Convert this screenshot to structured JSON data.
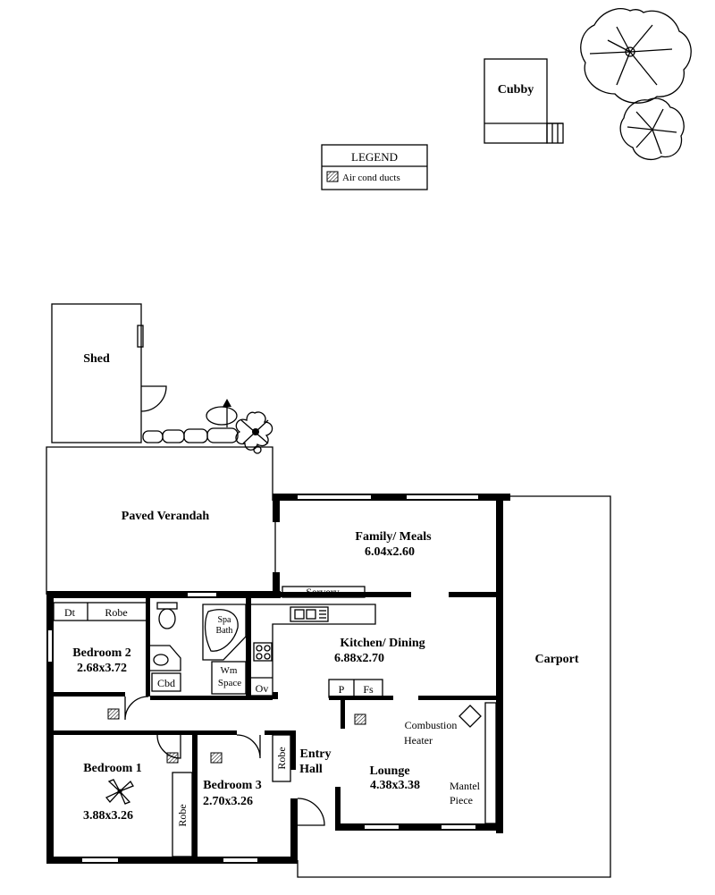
{
  "legend": {
    "title": "LEGEND",
    "item": "Air cond ducts"
  },
  "rooms": {
    "cubby": "Cubby",
    "shed": "Shed",
    "paved_verandah": "Paved Verandah",
    "family_meals": {
      "name": "Family/ Meals",
      "size": "6.04x2.60"
    },
    "servery": "Servery",
    "carport": "Carport",
    "kitchen_dining": {
      "name": "Kitchen/ Dining",
      "size": "6.88x2.70"
    },
    "bedroom2": {
      "name": "Bedroom 2",
      "size": "2.68x3.72"
    },
    "bedroom1": {
      "name": "Bedroom 1",
      "size": "3.88x3.26"
    },
    "bedroom3": {
      "name": "Bedroom 3",
      "size": "2.70x3.26"
    },
    "lounge": {
      "name": "Lounge",
      "size": "4.38x3.38"
    },
    "entry_hall": {
      "line1": "Entry",
      "line2": "Hall"
    }
  },
  "fixtures": {
    "dt": "Dt",
    "robe_bed2": "Robe",
    "robe_bed1": "Robe",
    "robe_entry": "Robe",
    "spa_bath": {
      "line1": "Spa",
      "line2": "Bath"
    },
    "cbd": "Cbd",
    "wm_space": {
      "line1": "Wm",
      "line2": "Space"
    },
    "ov": "Ov",
    "pantry": "P",
    "fridge_space": "Fs",
    "combustion_heater": {
      "line1": "Combustion",
      "line2": "Heater"
    },
    "mantel_piece": {
      "line1": "Mantel",
      "line2": "Piece"
    }
  },
  "icons": [
    "tree-icon",
    "fan-icon",
    "duct-icon",
    "toilet-icon",
    "spa-bath-icon",
    "sink-icon",
    "cooktop-icon",
    "plant-icon",
    "garden-path-icon"
  ],
  "colors": {
    "ink": "#000000",
    "paper": "#ffffff"
  }
}
